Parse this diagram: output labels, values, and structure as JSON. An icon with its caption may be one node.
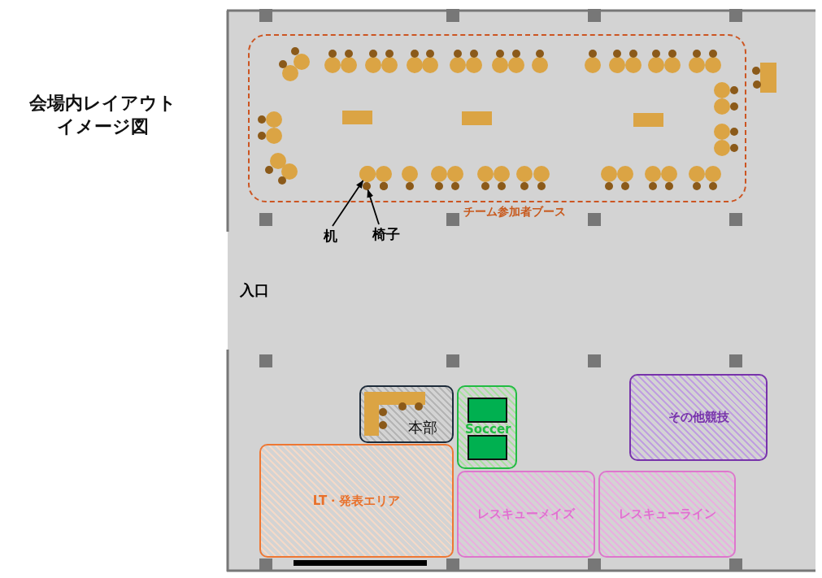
{
  "diagram": {
    "title": "会場内レイアウトイメージ図",
    "nodes": [
      {
        "text": [
          "チーム参加者ブース"
        ]
      },
      {
        "text": [],
        "shape": "circle",
        "in": 0
      },
      {
        "text": [],
        "shape": "circle",
        "in": 0
      },
      {
        "text": [
          "机"
        ]
      },
      {
        "text": [
          "椅子"
        ]
      },
      {
        "text": [
          "本部"
        ]
      },
      {
        "text": [
          "Soccer"
        ]
      },
      {
        "text": [
          "LT・発表エリア"
        ]
      },
      {
        "text": [
          "レスキューメイズ"
        ]
      },
      {
        "text": [
          "レスキューライン"
        ]
      },
      {
        "text": [
          "その他競技"
        ]
      }
    ],
    "edges": [
      {
        "from": 3,
        "to": 1,
        "arrow": "to"
      },
      {
        "from": 4,
        "to": 2,
        "arrow": "to"
      }
    ],
    "labels": [
      "入口"
    ]
  }
}
